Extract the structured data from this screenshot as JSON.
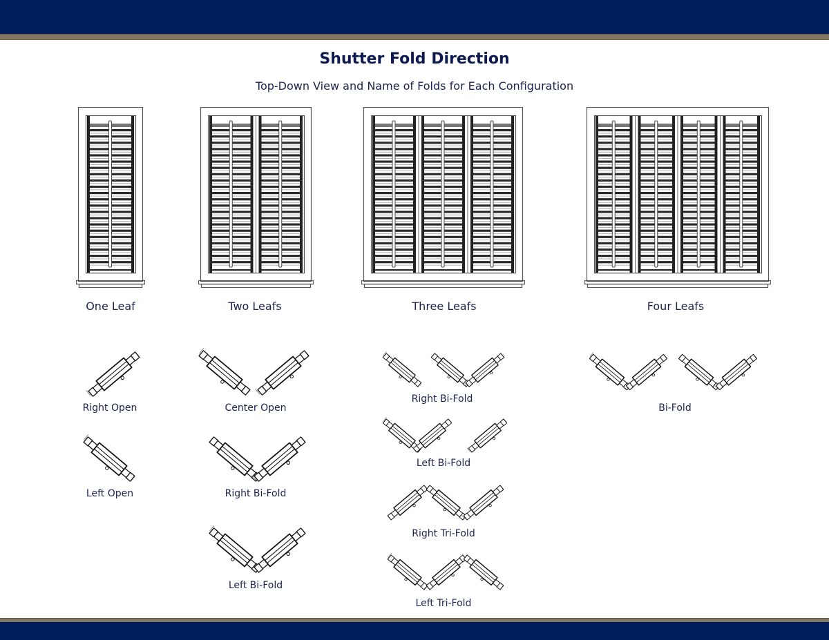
{
  "header": {
    "title": "Shutter Fold Direction",
    "subtitle": "Top-Down View and Name of Folds for Each Configuration"
  },
  "colors": {
    "navy": "#001e5c",
    "tan": "#847661",
    "text": "#1b2450"
  },
  "configurations": [
    {
      "label": "One Leaf",
      "leaves": 1,
      "folds": [
        {
          "label": "Right Open"
        },
        {
          "label": "Left Open"
        }
      ]
    },
    {
      "label": "Two Leafs",
      "leaves": 2,
      "folds": [
        {
          "label": "Center Open"
        },
        {
          "label": "Right Bi-Fold"
        },
        {
          "label": "Left Bi-Fold"
        }
      ]
    },
    {
      "label": "Three Leafs",
      "leaves": 3,
      "folds": [
        {
          "label": "Right Bi-Fold"
        },
        {
          "label": "Left Bi-Fold"
        },
        {
          "label": "Right Tri-Fold"
        },
        {
          "label": "Left Tri-Fold"
        }
      ]
    },
    {
      "label": "Four Leafs",
      "leaves": 4,
      "folds": [
        {
          "label": "Bi-Fold"
        }
      ]
    }
  ]
}
